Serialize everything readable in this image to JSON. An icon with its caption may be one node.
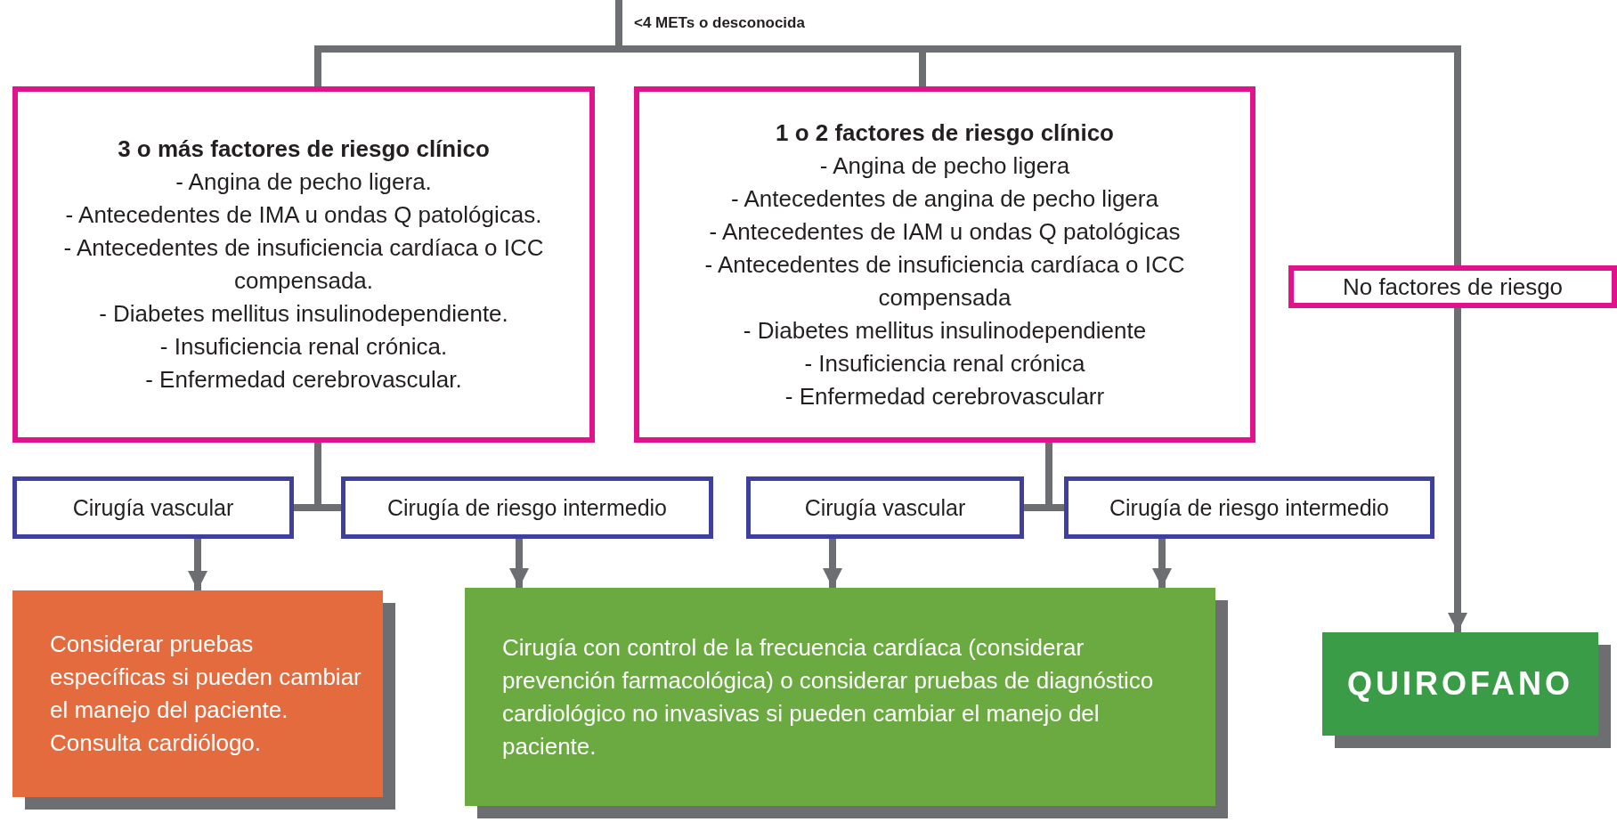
{
  "diagram": {
    "nodes": [
      {
        "text": [
          "3 o más factores de riesgo clínico",
          "- Angina de pecho ligera.",
          "- Antecedentes de IMA u ondas Q patológicas.",
          "- Antecedentes de insuficiencia cardíaca o ICC compensada.",
          "- Diabetes mellitus insulinodependiente.",
          "- Insuficiencia renal crónica.",
          "- Enfermedad cerebrovascular."
        ]
      },
      {
        "text": [
          "1 o 2 factores de riesgo clínico",
          "- Angina de pecho ligera",
          "- Antecedentes de angina de pecho ligera",
          "- Antecedentes de IAM u ondas Q patológicas",
          "- Antecedentes de insuficiencia cardíaca o ICC compensada",
          "- Diabetes mellitus insulinodependiente",
          "- Insuficiencia renal crónica",
          "- Enfermedad cerebrovascularr"
        ]
      },
      {
        "text": [
          "No factores de riesgo"
        ]
      },
      {
        "text": [
          "Cirugía vascular"
        ]
      },
      {
        "text": [
          "Cirugía de riesgo intermedio"
        ]
      },
      {
        "text": [
          "Cirugía vascular"
        ]
      },
      {
        "text": [
          "Cirugía de riesgo intermedio"
        ]
      },
      {
        "text": [
          "Considerar pruebas específicas si pueden cambiar el manejo del paciente.",
          "Consulta cardiólogo."
        ]
      },
      {
        "text": [
          "Cirugía con control de la frecuencia cardíaca (considerar prevención farmacológica) o considerar pruebas de diagnóstico cardiológico no invasivas si pueden cambiar el manejo del paciente."
        ]
      },
      {
        "text": [
          "QUIROFANO"
        ]
      }
    ],
    "edges": [
      {
        "from": null,
        "to": 0,
        "arrow": "none",
        "label": "<4 METs o desconocida"
      },
      {
        "from": null,
        "to": 1,
        "arrow": "none"
      },
      {
        "from": null,
        "to": 2,
        "arrow": "none"
      },
      {
        "from": 2,
        "to": 9,
        "arrow": "to"
      },
      {
        "from": 0,
        "to": 3,
        "arrow": "none"
      },
      {
        "from": 0,
        "to": 4,
        "arrow": "none"
      },
      {
        "from": 1,
        "to": 5,
        "arrow": "none"
      },
      {
        "from": 1,
        "to": 6,
        "arrow": "none"
      },
      {
        "from": 3,
        "to": 7,
        "arrow": "to"
      },
      {
        "from": 4,
        "to": 8,
        "arrow": "to"
      },
      {
        "from": 5,
        "to": 8,
        "arrow": "to"
      },
      {
        "from": 6,
        "to": 8,
        "arrow": "to"
      }
    ]
  }
}
